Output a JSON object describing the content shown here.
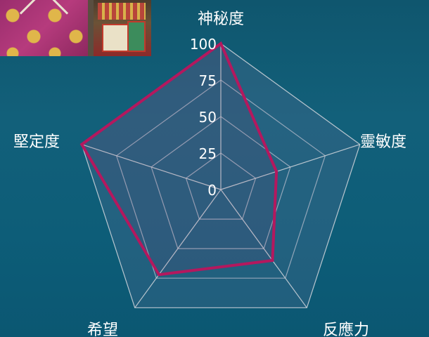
{
  "chart_data": {
    "type": "radar",
    "axes": [
      "神秘度",
      "靈敏度",
      "反應力",
      "希望",
      "堅定度"
    ],
    "scale_ticks": [
      "0",
      "25",
      "50",
      "75",
      "100"
    ],
    "range": [
      0,
      100
    ],
    "series": [
      {
        "values": [
          100,
          40,
          60,
          72,
          100
        ],
        "color": "#b4185e"
      }
    ],
    "grid_color": "#b9c6cf",
    "fill_color": "#4a6a8e"
  }
}
